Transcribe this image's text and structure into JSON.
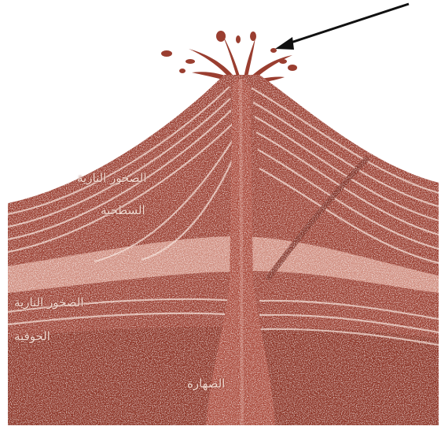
{
  "colors": {
    "background": "#ffffff",
    "rock": "#9a3e30",
    "rock_dark": "#7a2a1e",
    "rock_light": "#c67a6c",
    "label_text": "#f3ddd4",
    "arrow": "#111111"
  },
  "icons": {
    "pointer_arrow": "arrow-icon"
  },
  "labels": {
    "surface_rocks_line1": "الصخور النارية",
    "surface_rocks_line2": "السطحية",
    "intrusive_rocks_line1": "الصخور النارية",
    "intrusive_rocks_line2": "الجوفية",
    "magma": "الصهارة"
  }
}
